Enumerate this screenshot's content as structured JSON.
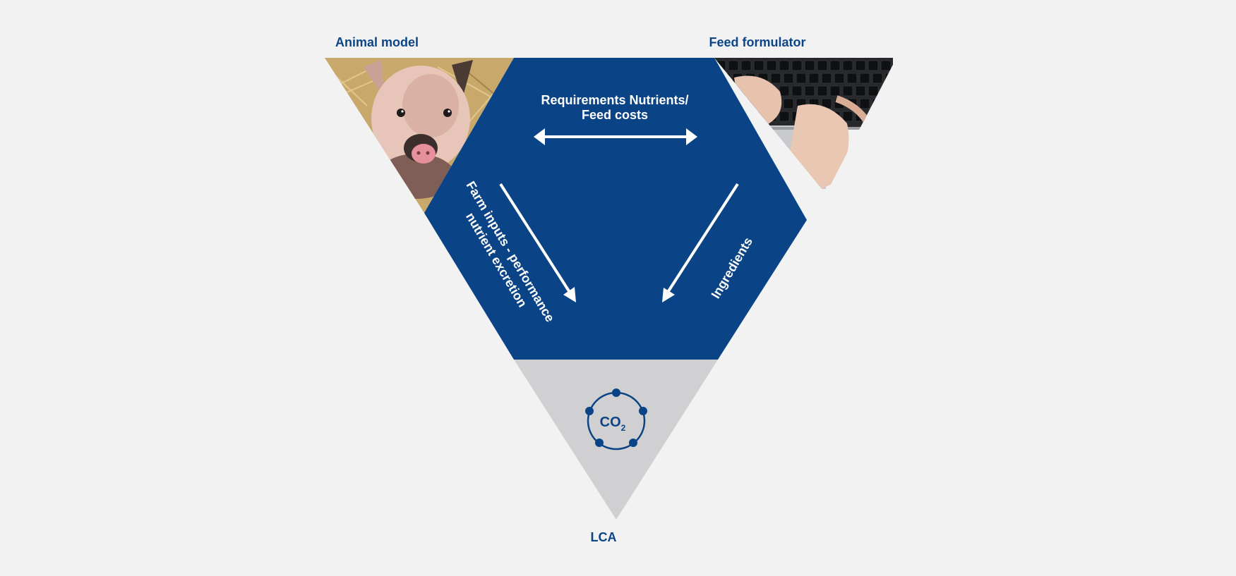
{
  "corners": {
    "top_left": "Animal model",
    "top_right": "Feed formulator",
    "bottom": "LCA"
  },
  "edges": {
    "top": {
      "line1": "Requirements Nutrients/",
      "line2": "Feed costs"
    },
    "left": {
      "line1": "Farm inputs - performance",
      "line2": "nutrient excretion"
    },
    "right": "Ingredients"
  },
  "co2": {
    "main": "CO",
    "sub": "2"
  },
  "colors": {
    "background": "#f2f2f3",
    "brand_blue": "#0a4486",
    "lca_gray": "#d0d0d2",
    "text_white": "#ffffff"
  },
  "icons": {
    "top_left_photo": "piglet-photo",
    "top_right_photo": "laptop-keyboard-photo",
    "bottom_icon": "co2-cycle-icon"
  }
}
